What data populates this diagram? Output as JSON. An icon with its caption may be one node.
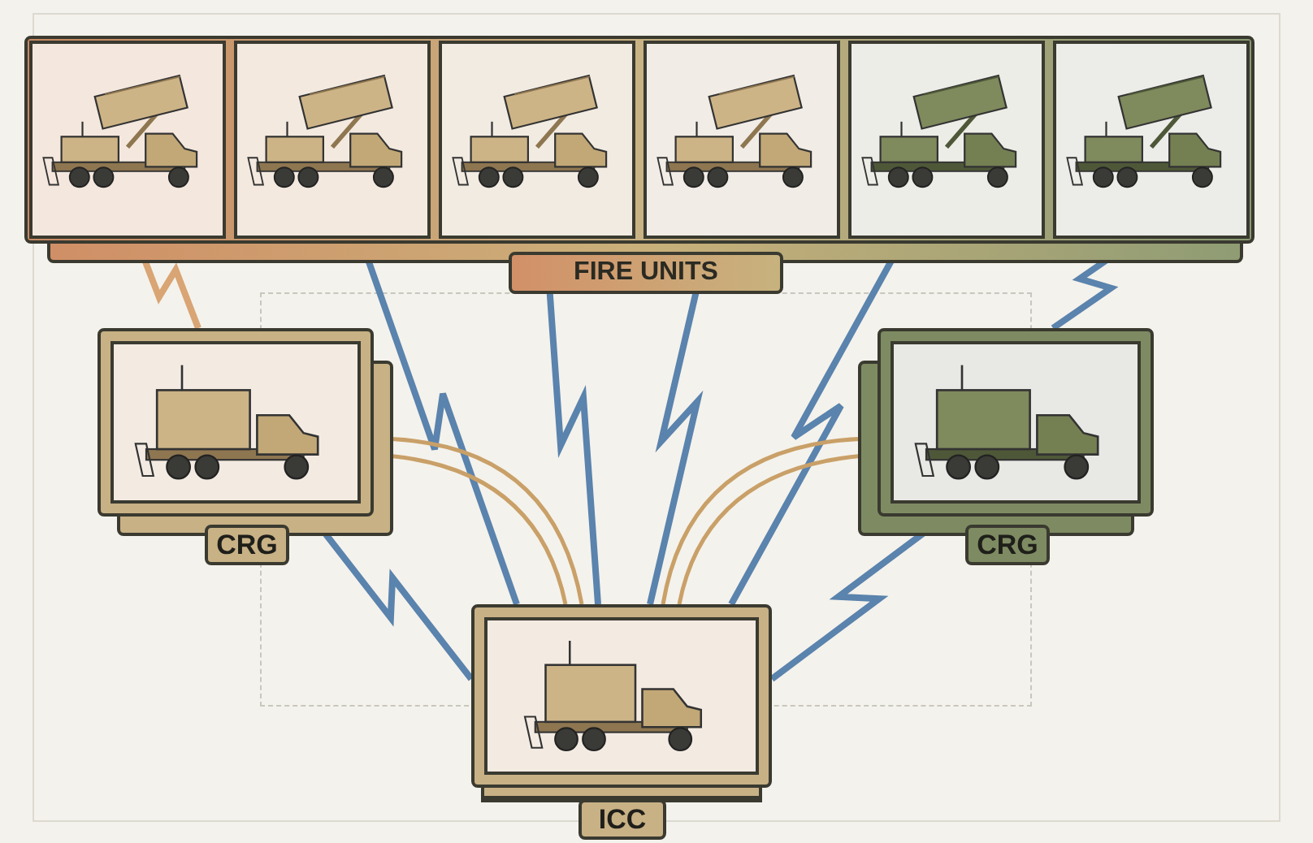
{
  "diagram": {
    "nodes": [
      {
        "text": [
          "FIRE UNITS"
        ]
      },
      {
        "text": [],
        "shape": "picture",
        "in": 0
      },
      {
        "text": [],
        "shape": "picture",
        "in": 0
      },
      {
        "text": [],
        "shape": "picture",
        "in": 0
      },
      {
        "text": [],
        "shape": "picture",
        "in": 0
      },
      {
        "text": [],
        "shape": "picture",
        "in": 0
      },
      {
        "text": [],
        "shape": "picture",
        "in": 0
      },
      {
        "text": [
          "CRG"
        ]
      },
      {
        "text": [
          "CRG"
        ]
      },
      {
        "text": [
          "ICC"
        ]
      }
    ],
    "edges": [
      {
        "from": 7,
        "to": 1,
        "arrow": "none",
        "color": "#d9a574"
      },
      {
        "from": 9,
        "to": 2,
        "arrow": "none"
      },
      {
        "from": 9,
        "to": 3,
        "arrow": "none"
      },
      {
        "from": 9,
        "to": 4,
        "arrow": "none"
      },
      {
        "from": 9,
        "to": 5,
        "arrow": "none"
      },
      {
        "from": 8,
        "to": 6,
        "arrow": "none"
      },
      {
        "from": 7,
        "to": 9,
        "arrow": "none"
      },
      {
        "from": 8,
        "to": 9,
        "arrow": "none"
      },
      {
        "from": 7,
        "to": 9,
        "arrow": "none",
        "color": "#c9a068"
      },
      {
        "from": 7,
        "to": 9,
        "arrow": "none",
        "color": "#c9a068"
      },
      {
        "from": 8,
        "to": 9,
        "arrow": "none",
        "color": "#c9a068"
      },
      {
        "from": 8,
        "to": 9,
        "arrow": "none",
        "color": "#c9a068"
      }
    ]
  }
}
